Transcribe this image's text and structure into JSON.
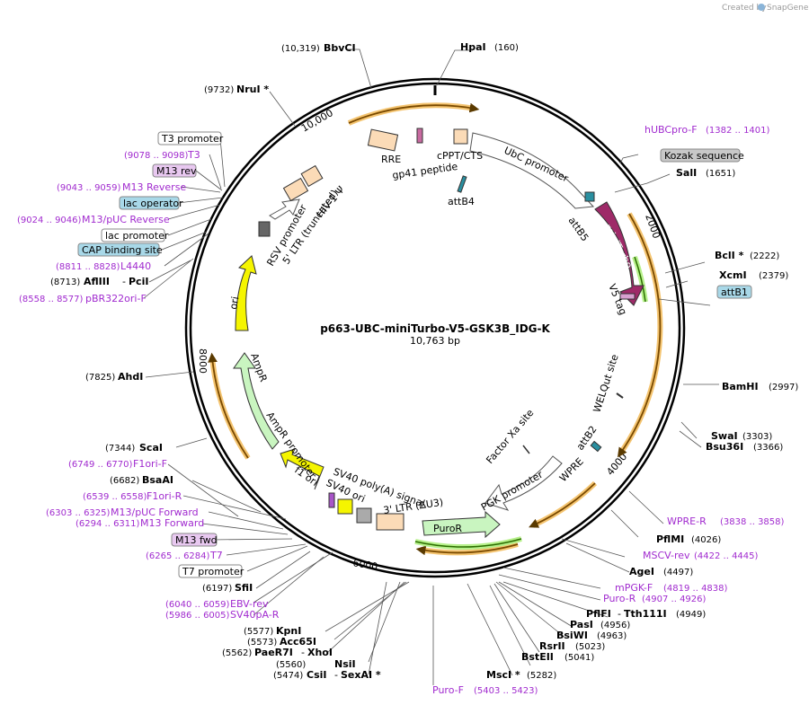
{
  "map": {
    "name": "p663-UBC-miniTurbo-V5-GSK3B_IDG-K",
    "length": "10,763 bp",
    "credit": "Created by",
    "brand": "SnapGene"
  },
  "ticks": [
    "10,000",
    "2000",
    "4000",
    "6000",
    "8000"
  ],
  "features": {
    "rre": "RRE",
    "gp41": "gp41 peptide",
    "cppt": "cPPT/CTS",
    "ubc": "UbC promoter",
    "attb4": "attB4",
    "attb5": "attB5",
    "miniturbo": "miniTurbo",
    "v5": "V5 tag",
    "welqut": "WELQut site",
    "attb2": "attB2",
    "factorxa": "Factor Xa site",
    "wpre": "WPRE",
    "pgk": "PGK promoter",
    "ltr3": "3' LTR (ΔU3)",
    "puror": "PuroR",
    "sv40polya": "SV40 poly(A) signal",
    "sv40ori": "SV40 ori",
    "f1ori": "f1 ori",
    "amprprom": "AmpR promoter",
    "ampr": "AmpR",
    "ori": "ori",
    "rsv": "RSV promoter",
    "ltr5": "5' LTR (truncated)",
    "hiv": "HIV-1 Ψ"
  },
  "labels": [
    {
      "num": "(160)",
      "name": "HpaI"
    },
    {
      "num": "(10,319)",
      "name": "BbvCI"
    },
    {
      "num": "(9732)",
      "name": "NruI *"
    },
    {
      "box": "T3 promoter"
    },
    {
      "num": "(9078 .. 9098)",
      "name": "T3"
    },
    {
      "box": "M13 rev"
    },
    {
      "num": "(9043 .. 9059)",
      "name": "M13 Reverse"
    },
    {
      "box": "lac operator"
    },
    {
      "num": "(9024 .. 9046)",
      "name": "M13/pUC Reverse"
    },
    {
      "box": "lac promoter"
    },
    {
      "box": "CAP binding site"
    },
    {
      "num": "(8811 .. 8828)",
      "name": "L4440"
    },
    {
      "num": "(8713)",
      "name": "AflIII",
      "name2": "PciI"
    },
    {
      "num": "(8558 .. 8577)",
      "name": "pBR322ori-F"
    },
    {
      "num": "(7825)",
      "name": "AhdI"
    },
    {
      "num": "(7344)",
      "name": "ScaI"
    },
    {
      "num": "(6749 .. 6770)",
      "name": "F1ori-F"
    },
    {
      "num": "(6682)",
      "name": "BsaAI"
    },
    {
      "num": "(6539 .. 6558)",
      "name": "F1ori-R"
    },
    {
      "num": "(6303 .. 6325)",
      "name": "M13/pUC Forward"
    },
    {
      "num": "(6294 .. 6311)",
      "name": "M13 Forward"
    },
    {
      "box": "M13 fwd"
    },
    {
      "num": "(6265 .. 6284)",
      "name": "T7"
    },
    {
      "box": "T7 promoter"
    },
    {
      "num": "(6197)",
      "name": "SfiI"
    },
    {
      "num": "(6040 .. 6059)",
      "name": "EBV-rev"
    },
    {
      "num": "(5986 .. 6005)",
      "name": "SV40pA-R"
    },
    {
      "num": "(5577)",
      "name": "KpnI"
    },
    {
      "num": "(5573)",
      "name": "Acc65I"
    },
    {
      "num": "(5562)",
      "name": "PaeR7I",
      "name2": "XhoI"
    },
    {
      "num": "(5560)",
      "name": "NsiI"
    },
    {
      "num": "(5474)",
      "name": "CsiI",
      "name2": "SexAI *"
    },
    {
      "num": "(5403 .. 5423)",
      "name": "Puro-F"
    },
    {
      "num": "(5282)",
      "name": "MscI *"
    },
    {
      "num": "(5041)",
      "name": "BstEII"
    },
    {
      "num": "(5023)",
      "name": "RsrII"
    },
    {
      "num": "(4963)",
      "name": "BsiWI"
    },
    {
      "num": "(4956)",
      "name": "PasI"
    },
    {
      "name": "PflFI",
      "name2": "Tth111I",
      "num": "(4949)"
    },
    {
      "name": "Puro-R",
      "num": "(4907 .. 4926)"
    },
    {
      "name": "mPGK-F",
      "num": "(4819 .. 4838)"
    },
    {
      "name": "AgeI",
      "num": "(4497)"
    },
    {
      "name": "MSCV-rev",
      "num": "(4422 .. 4445)"
    },
    {
      "name": "PflMI",
      "num": "(4026)"
    },
    {
      "name": "WPRE-R",
      "num": "(3838 .. 3858)"
    },
    {
      "name": "Bsu36I",
      "num": "(3366)"
    },
    {
      "name": "SwaI",
      "num": "(3303)"
    },
    {
      "name": "BamHI",
      "num": "(2997)"
    },
    {
      "box": "attB1"
    },
    {
      "name": "XcmI",
      "num": "(2379)"
    },
    {
      "name": "BclI *",
      "num": "(2222)"
    },
    {
      "name": "SalI",
      "num": "(1651)"
    },
    {
      "box": "Kozak sequence"
    },
    {
      "name": "hUBCpro-F",
      "num": "(1382 .. 1401)"
    }
  ]
}
